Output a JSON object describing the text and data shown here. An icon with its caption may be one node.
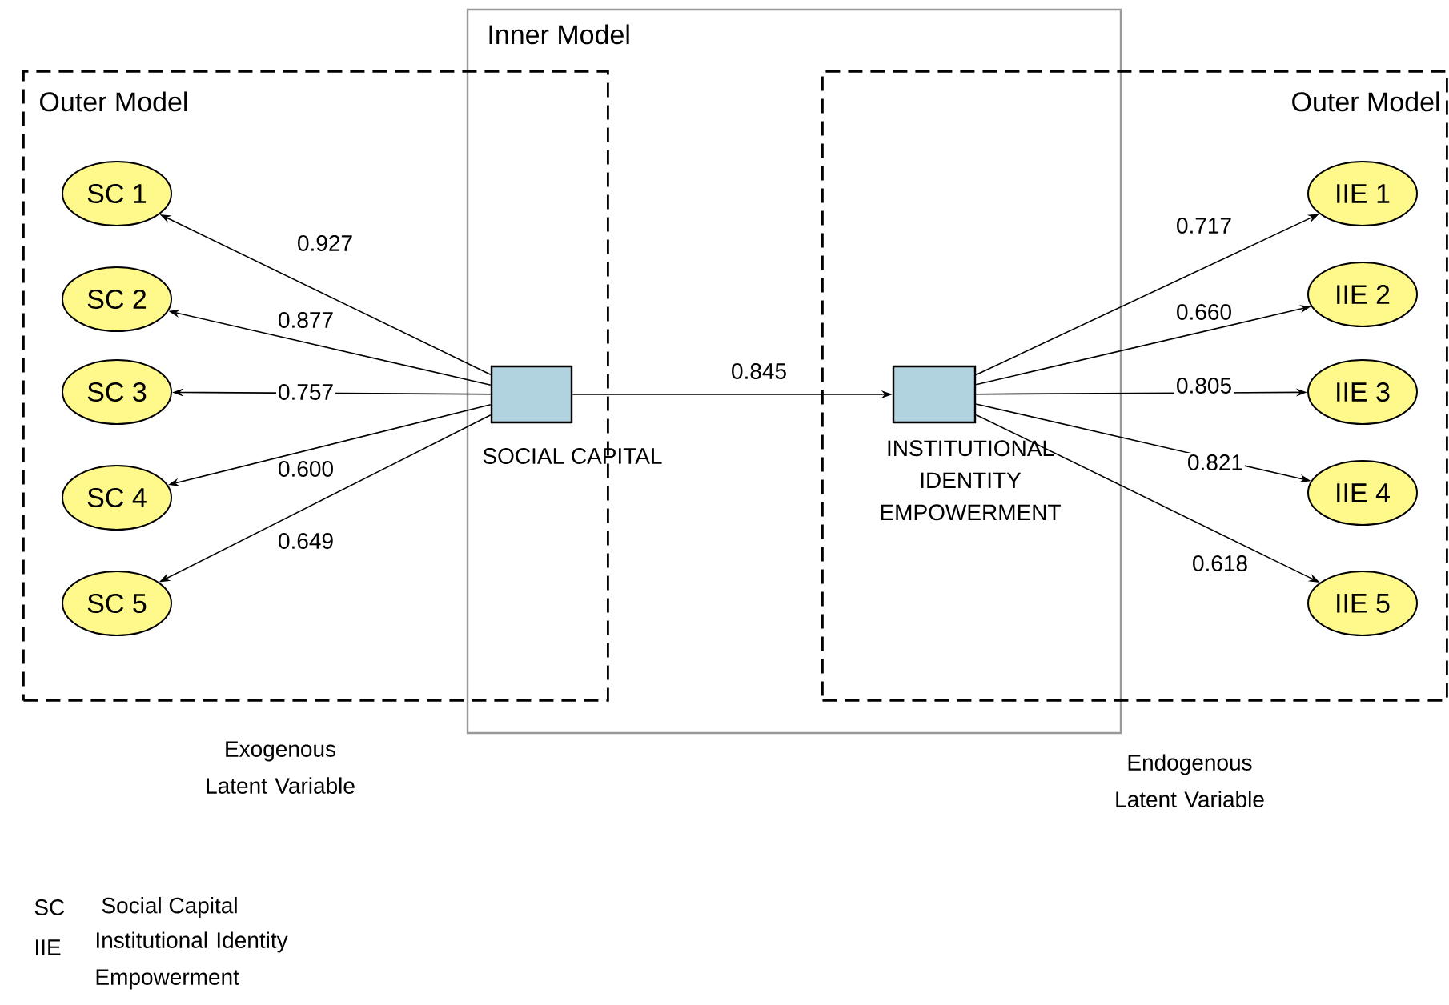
{
  "diagram": {
    "nodes": [
      {
        "text": [
          "Outer Model"
        ]
      },
      {
        "text": [
          "SC 1"
        ],
        "in": 0
      },
      {
        "text": [
          "SC 2"
        ],
        "in": 0
      },
      {
        "text": [
          "SC 3"
        ],
        "in": 0
      },
      {
        "text": [
          "SC 4"
        ],
        "in": 0
      },
      {
        "text": [
          "SC 5"
        ],
        "in": 0
      },
      {
        "text": [],
        "shape": "box",
        "beside": [
          "SOCIAL CAPITAL"
        ],
        "in": 0
      },
      {
        "text": [],
        "shape": "box",
        "beside": [
          "INSTITUTIONAL IDENTITY EMPOWERMENT"
        ],
        "in": 8
      },
      {
        "text": [
          "Outer Model"
        ]
      },
      {
        "text": [
          "IIE 1"
        ],
        "in": 8
      },
      {
        "text": [
          "IIE 2"
        ],
        "in": 8
      },
      {
        "text": [
          "IIE 3"
        ],
        "in": 8
      },
      {
        "text": [
          "IIE 4"
        ],
        "in": 8
      },
      {
        "text": [
          "IIE 5"
        ],
        "in": 8
      }
    ],
    "edges": [
      {
        "from": 6,
        "to": 1,
        "arrow": "to",
        "label": "0.927"
      },
      {
        "from": 6,
        "to": 2,
        "arrow": "to",
        "label": "0.877"
      },
      {
        "from": 6,
        "to": 3,
        "arrow": "to",
        "label": "0.757"
      },
      {
        "from": 6,
        "to": 4,
        "arrow": "to",
        "label": "0.600"
      },
      {
        "from": 6,
        "to": 5,
        "arrow": "to",
        "label": "0.649"
      },
      {
        "from": 6,
        "to": 7,
        "arrow": "to",
        "label": "0.845"
      },
      {
        "from": 7,
        "to": 9,
        "arrow": "to",
        "label": "0.717"
      },
      {
        "from": 7,
        "to": 10,
        "arrow": "to",
        "label": "0.660"
      },
      {
        "from": 7,
        "to": 11,
        "arrow": "to",
        "label": "0.805"
      },
      {
        "from": 7,
        "to": 12,
        "arrow": "to",
        "label": "0.821"
      },
      {
        "from": 7,
        "to": 13,
        "arrow": "to",
        "label": "0.618"
      }
    ],
    "labels": [
      "Inner Model",
      "Exogenous Latent Variable",
      "Endogenous Latent Variable",
      "SC",
      "Social Capital",
      "IIE",
      "Institutional Identity Empowerment"
    ]
  }
}
